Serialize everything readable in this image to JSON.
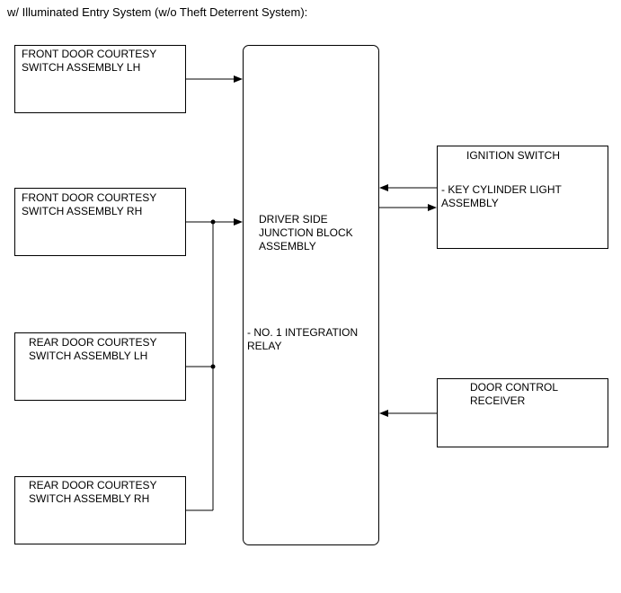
{
  "title": "w/ Illuminated Entry System (w/o Theft Deterrent System):",
  "boxes": {
    "front_lh": "FRONT DOOR COURTESY\nSWITCH ASSEMBLY LH",
    "front_rh": "FRONT DOOR COURTESY\nSWITCH ASSEMBLY RH",
    "rear_lh": "REAR DOOR COURTESY\nSWITCH ASSEMBLY LH",
    "rear_rh": "REAR DOOR COURTESY\nSWITCH ASSEMBLY RH",
    "junction_block": "DRIVER SIDE\nJUNCTION BLOCK\nASSEMBLY",
    "integration_relay": "- NO. 1 INTEGRATION\nRELAY",
    "ignition_switch": "IGNITION SWITCH",
    "key_cylinder_light": "- KEY CYLINDER LIGHT\nASSEMBLY",
    "door_control_receiver": "DOOR CONTROL\nRECEIVER"
  }
}
